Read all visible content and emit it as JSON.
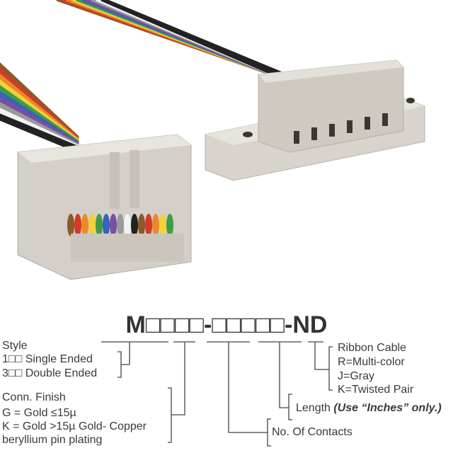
{
  "part_number": "M□□□□-□□□□□-ND",
  "style": {
    "title": "Style",
    "options": [
      {
        "code": "1□□",
        "label": "Single Ended"
      },
      {
        "code": "3□□",
        "label": "Double Ended"
      }
    ]
  },
  "finish": {
    "title": "Conn. Finish",
    "g": "G = Gold ≤15µ",
    "k": "K = Gold >15µ Gold- Copper",
    "k2": "beryllium pin plating"
  },
  "contacts": "No. Of Contacts",
  "length": {
    "label": "Length",
    "note": "(Use “Inches” only.)"
  },
  "cable": {
    "title": "Ribbon Cable",
    "options": [
      "R=Multi-color",
      "J=Gray",
      "K=Twisted Pair"
    ]
  },
  "wire_colors": [
    "#8a5a2b",
    "#d23b2b",
    "#e98a2a",
    "#f2d13a",
    "#3f9b45",
    "#3a62b8",
    "#7b4fa0",
    "#9a9a9a",
    "#f2f2f2",
    "#222222"
  ]
}
